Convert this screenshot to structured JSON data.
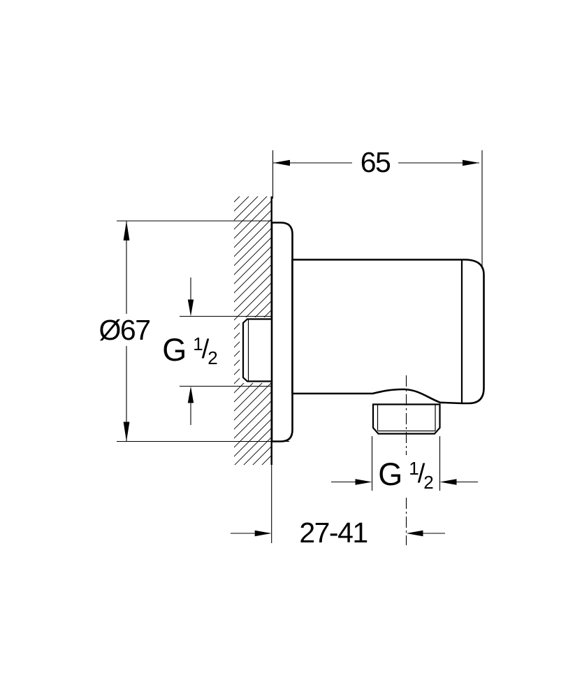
{
  "drawing": {
    "description": "Wall-mounted shower outlet elbow technical dimension drawing",
    "labels": {
      "width": "65",
      "diameter": "Ø67",
      "depth_range": "27-41"
    },
    "threads": {
      "inlet": {
        "letter": "G",
        "numerator": "1",
        "slash": "/",
        "denominator": "2"
      },
      "outlet": {
        "letter": "G",
        "numerator": "1",
        "slash": "/",
        "denominator": "2"
      }
    },
    "colors": {
      "line": "#000000",
      "background": "#ffffff"
    }
  }
}
